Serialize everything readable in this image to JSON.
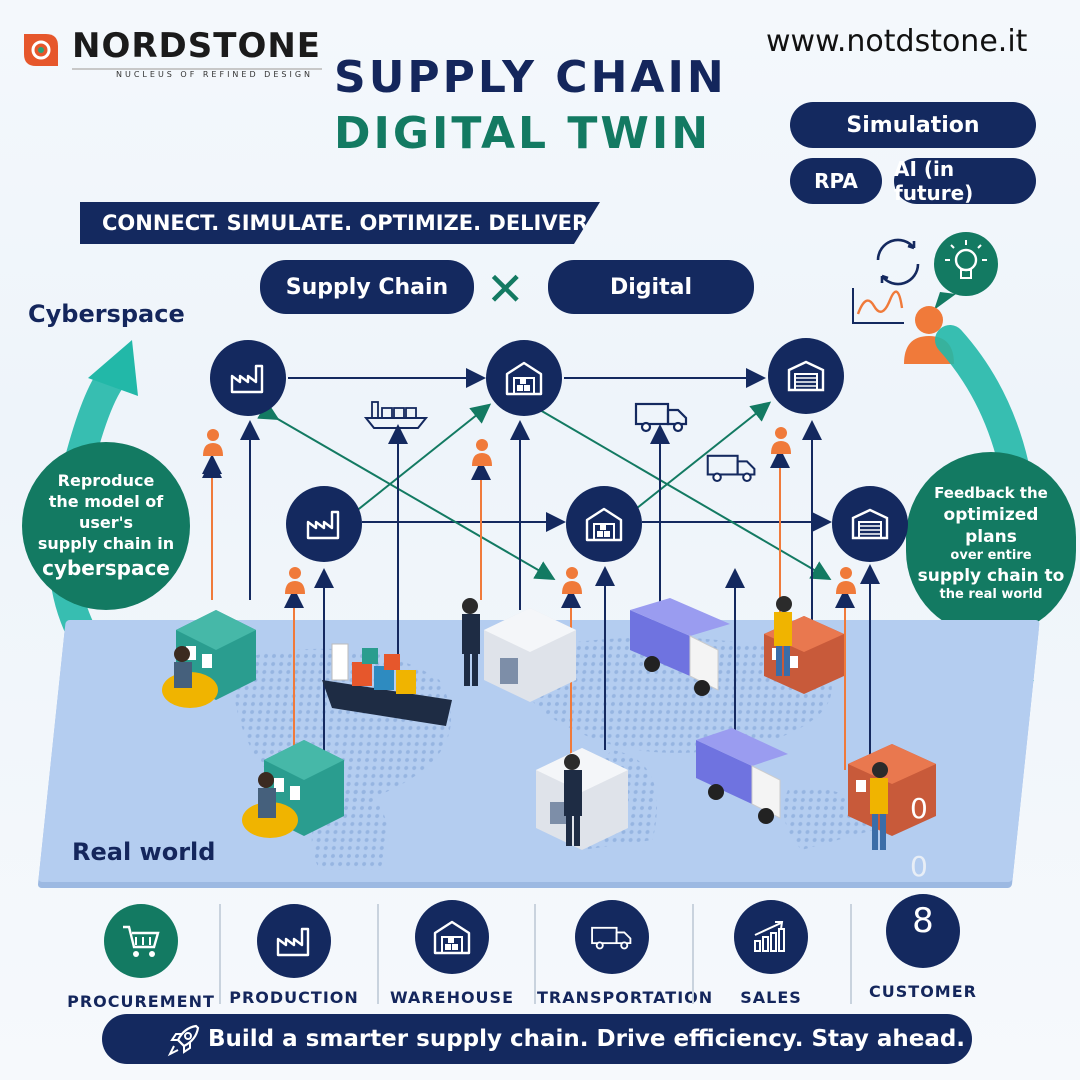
{
  "brand": {
    "name": "NORDSTONE",
    "tagline": "NUCLEUS OF REFINED DESIGN"
  },
  "website": "www.notdstone.it",
  "title": {
    "line1": "SUPPLY CHAIN",
    "line2": "DIGITAL TWIN"
  },
  "features": {
    "simulation": "Simulation",
    "rpa": "RPA",
    "ai": "AI (in future)"
  },
  "tagline": "CONNECT. SIMULATE. OPTIMIZE. DELIVER.",
  "pills": {
    "left": "Supply Chain",
    "right": "Digital"
  },
  "labels": {
    "cyberspace": "Cyberspace",
    "real_world": "Real world"
  },
  "left_circle": {
    "line1": "Reproduce",
    "line2": "the model of",
    "line3": "user's",
    "line4": "supply chain in",
    "line5": "cyberspace"
  },
  "right_circle": {
    "line1": "Feedback the",
    "line2": "optimized plans",
    "line3": "over entire",
    "line4": "supply chain to",
    "line5": "the real world"
  },
  "categories": [
    {
      "label": "PROCUREMENT",
      "icon": "cart-icon"
    },
    {
      "label": "PRODUCTION",
      "icon": "factory-icon"
    },
    {
      "label": "WAREHOUSE",
      "icon": "warehouse-icon"
    },
    {
      "label": "TRANSPORTATION",
      "icon": "truck-icon"
    },
    {
      "label": "SALES",
      "icon": "sales-chart-icon"
    },
    {
      "label": "CUSTOMER",
      "icon": "customer-icon"
    }
  ],
  "stray_digits": {
    "d1": "0",
    "d2": "0",
    "d3": "8"
  },
  "bottom_banner": "Build a smarter supply chain. Drive efficiency. Stay ahead.",
  "colors": {
    "navy": "#14295f",
    "green": "#137a62",
    "teal": "#22b8a8",
    "orange": "#f07a3a",
    "map": "#b4cdf0"
  }
}
